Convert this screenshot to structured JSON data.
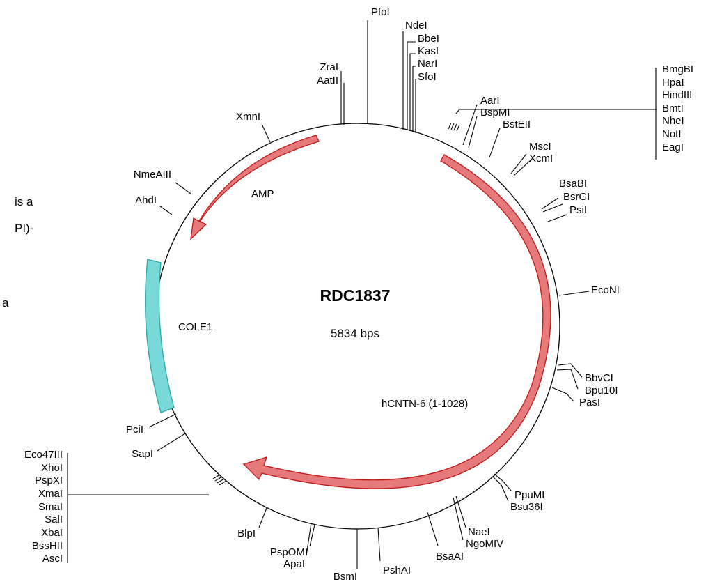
{
  "plasmid": {
    "name": "RDC1837",
    "length": "5834 bps"
  },
  "clipped_text": [
    "is a",
    "PI)-",
    "a"
  ],
  "features": [
    {
      "name": "AMP",
      "color": "#e07070",
      "stroke": "#c01818"
    },
    {
      "name": "hCNTN-6 (1-1028)",
      "color": "#e07070",
      "stroke": "#c01818"
    },
    {
      "name": "COLE1",
      "color": "#79d8d8",
      "stroke": "#2aa6a6"
    }
  ],
  "sites": {
    "PfoI": "PfoI",
    "NdeI": "NdeI",
    "BbeI": "BbeI",
    "KasI": "KasI",
    "NarI": "NarI",
    "SfoI": "SfoI",
    "ZraI": "ZraI",
    "AatII": "AatII",
    "XmnI": "XmnI",
    "NmeAIII": "NmeAIII",
    "AhdI": "AhdI",
    "AarI": "AarI",
    "BspMI": "BspMI",
    "BstEII": "BstEII",
    "MscI": "MscI",
    "XcmI": "XcmI",
    "BsaBI": "BsaBI",
    "BsrGI": "BsrGI",
    "PsiI": "PsiI",
    "EcoNI": "EcoNI",
    "BbvCI": "BbvCI",
    "Bpu10I": "Bpu10I",
    "PasI": "PasI",
    "PpuMI": "PpuMI",
    "Bsu36I": "Bsu36I",
    "NaeI": "NaeI",
    "NgoMIV": "NgoMIV",
    "BsaAI": "BsaAI",
    "PshAI": "PshAI",
    "BsmI": "BsmI",
    "PspOMI": "PspOMI",
    "ApaI": "ApaI",
    "BlpI": "BlpI",
    "PciI": "PciI",
    "SapI": "SapI"
  },
  "cluster_right": [
    "BmgBI",
    "HpaI",
    "HindIII",
    "BmtI",
    "NheI",
    "NotI",
    "EagI"
  ],
  "cluster_left": [
    "Eco47III",
    "XhoI",
    "PspXI",
    "XmaI",
    "SmaI",
    "SalI",
    "XbaI",
    "BssHII",
    "AscI"
  ]
}
